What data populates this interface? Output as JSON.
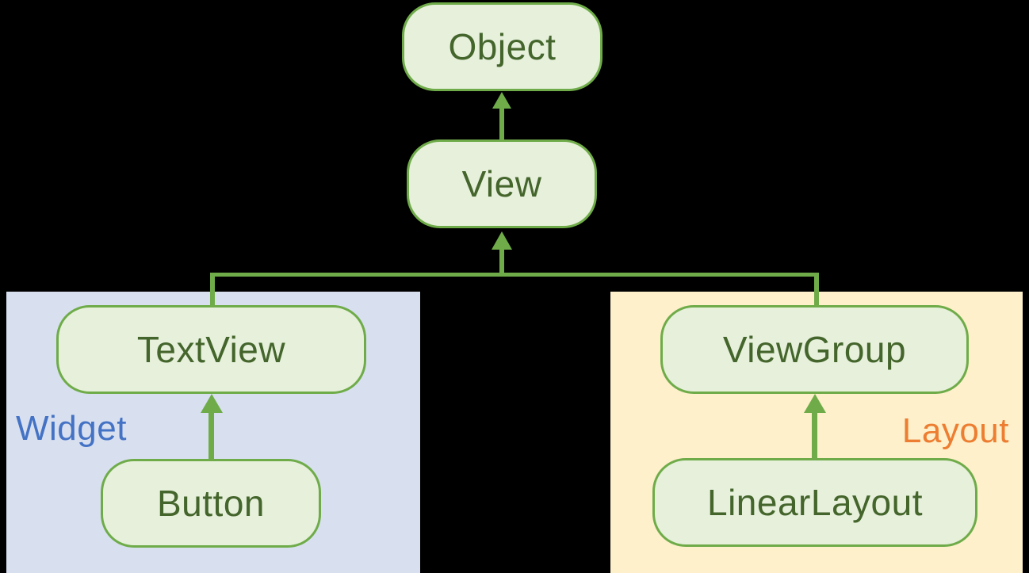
{
  "nodes": {
    "object": {
      "label": "Object"
    },
    "view": {
      "label": "View"
    },
    "textview": {
      "label": "TextView"
    },
    "viewgroup": {
      "label": "ViewGroup"
    },
    "button": {
      "label": "Button"
    },
    "linearlayout": {
      "label": "LinearLayout"
    }
  },
  "regions": {
    "widget": {
      "label": "Widget",
      "fill": "#d8e0f0",
      "label_color": "#4472c4"
    },
    "layout": {
      "label": "Layout",
      "fill": "#fdf0cb",
      "label_color": "#ed7d31"
    }
  },
  "edges": [
    {
      "from": "View",
      "to": "Object"
    },
    {
      "from": "TextView",
      "to": "View"
    },
    {
      "from": "ViewGroup",
      "to": "View"
    },
    {
      "from": "Button",
      "to": "TextView"
    },
    {
      "from": "LinearLayout",
      "to": "ViewGroup"
    }
  ],
  "colors": {
    "background": "#000000",
    "node_fill": "#e6f0db",
    "node_border": "#6fac49",
    "node_text": "#44652b",
    "connector": "#6fac49"
  }
}
